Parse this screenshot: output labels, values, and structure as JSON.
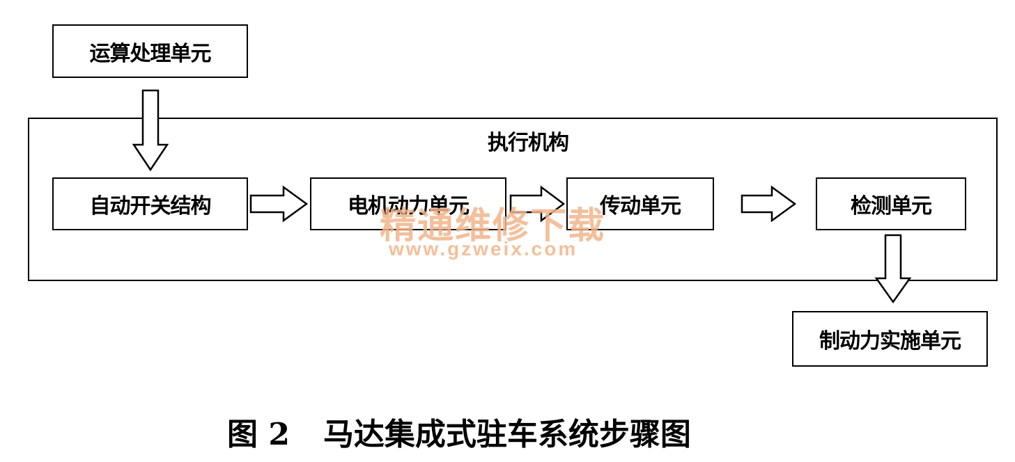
{
  "diagram": {
    "top_box": "运算处理单元",
    "group_title": "执行机构",
    "units": [
      "自动开关结构",
      "电机动力单元",
      "传动单元",
      "检测单元"
    ],
    "output_box": "制动力实施单元"
  },
  "watermark": {
    "text": "精通维修下载",
    "url": "www.gzweix.com"
  },
  "caption": {
    "figure_number": "图 2",
    "title": "马达集成式驻车系统步骤图"
  }
}
